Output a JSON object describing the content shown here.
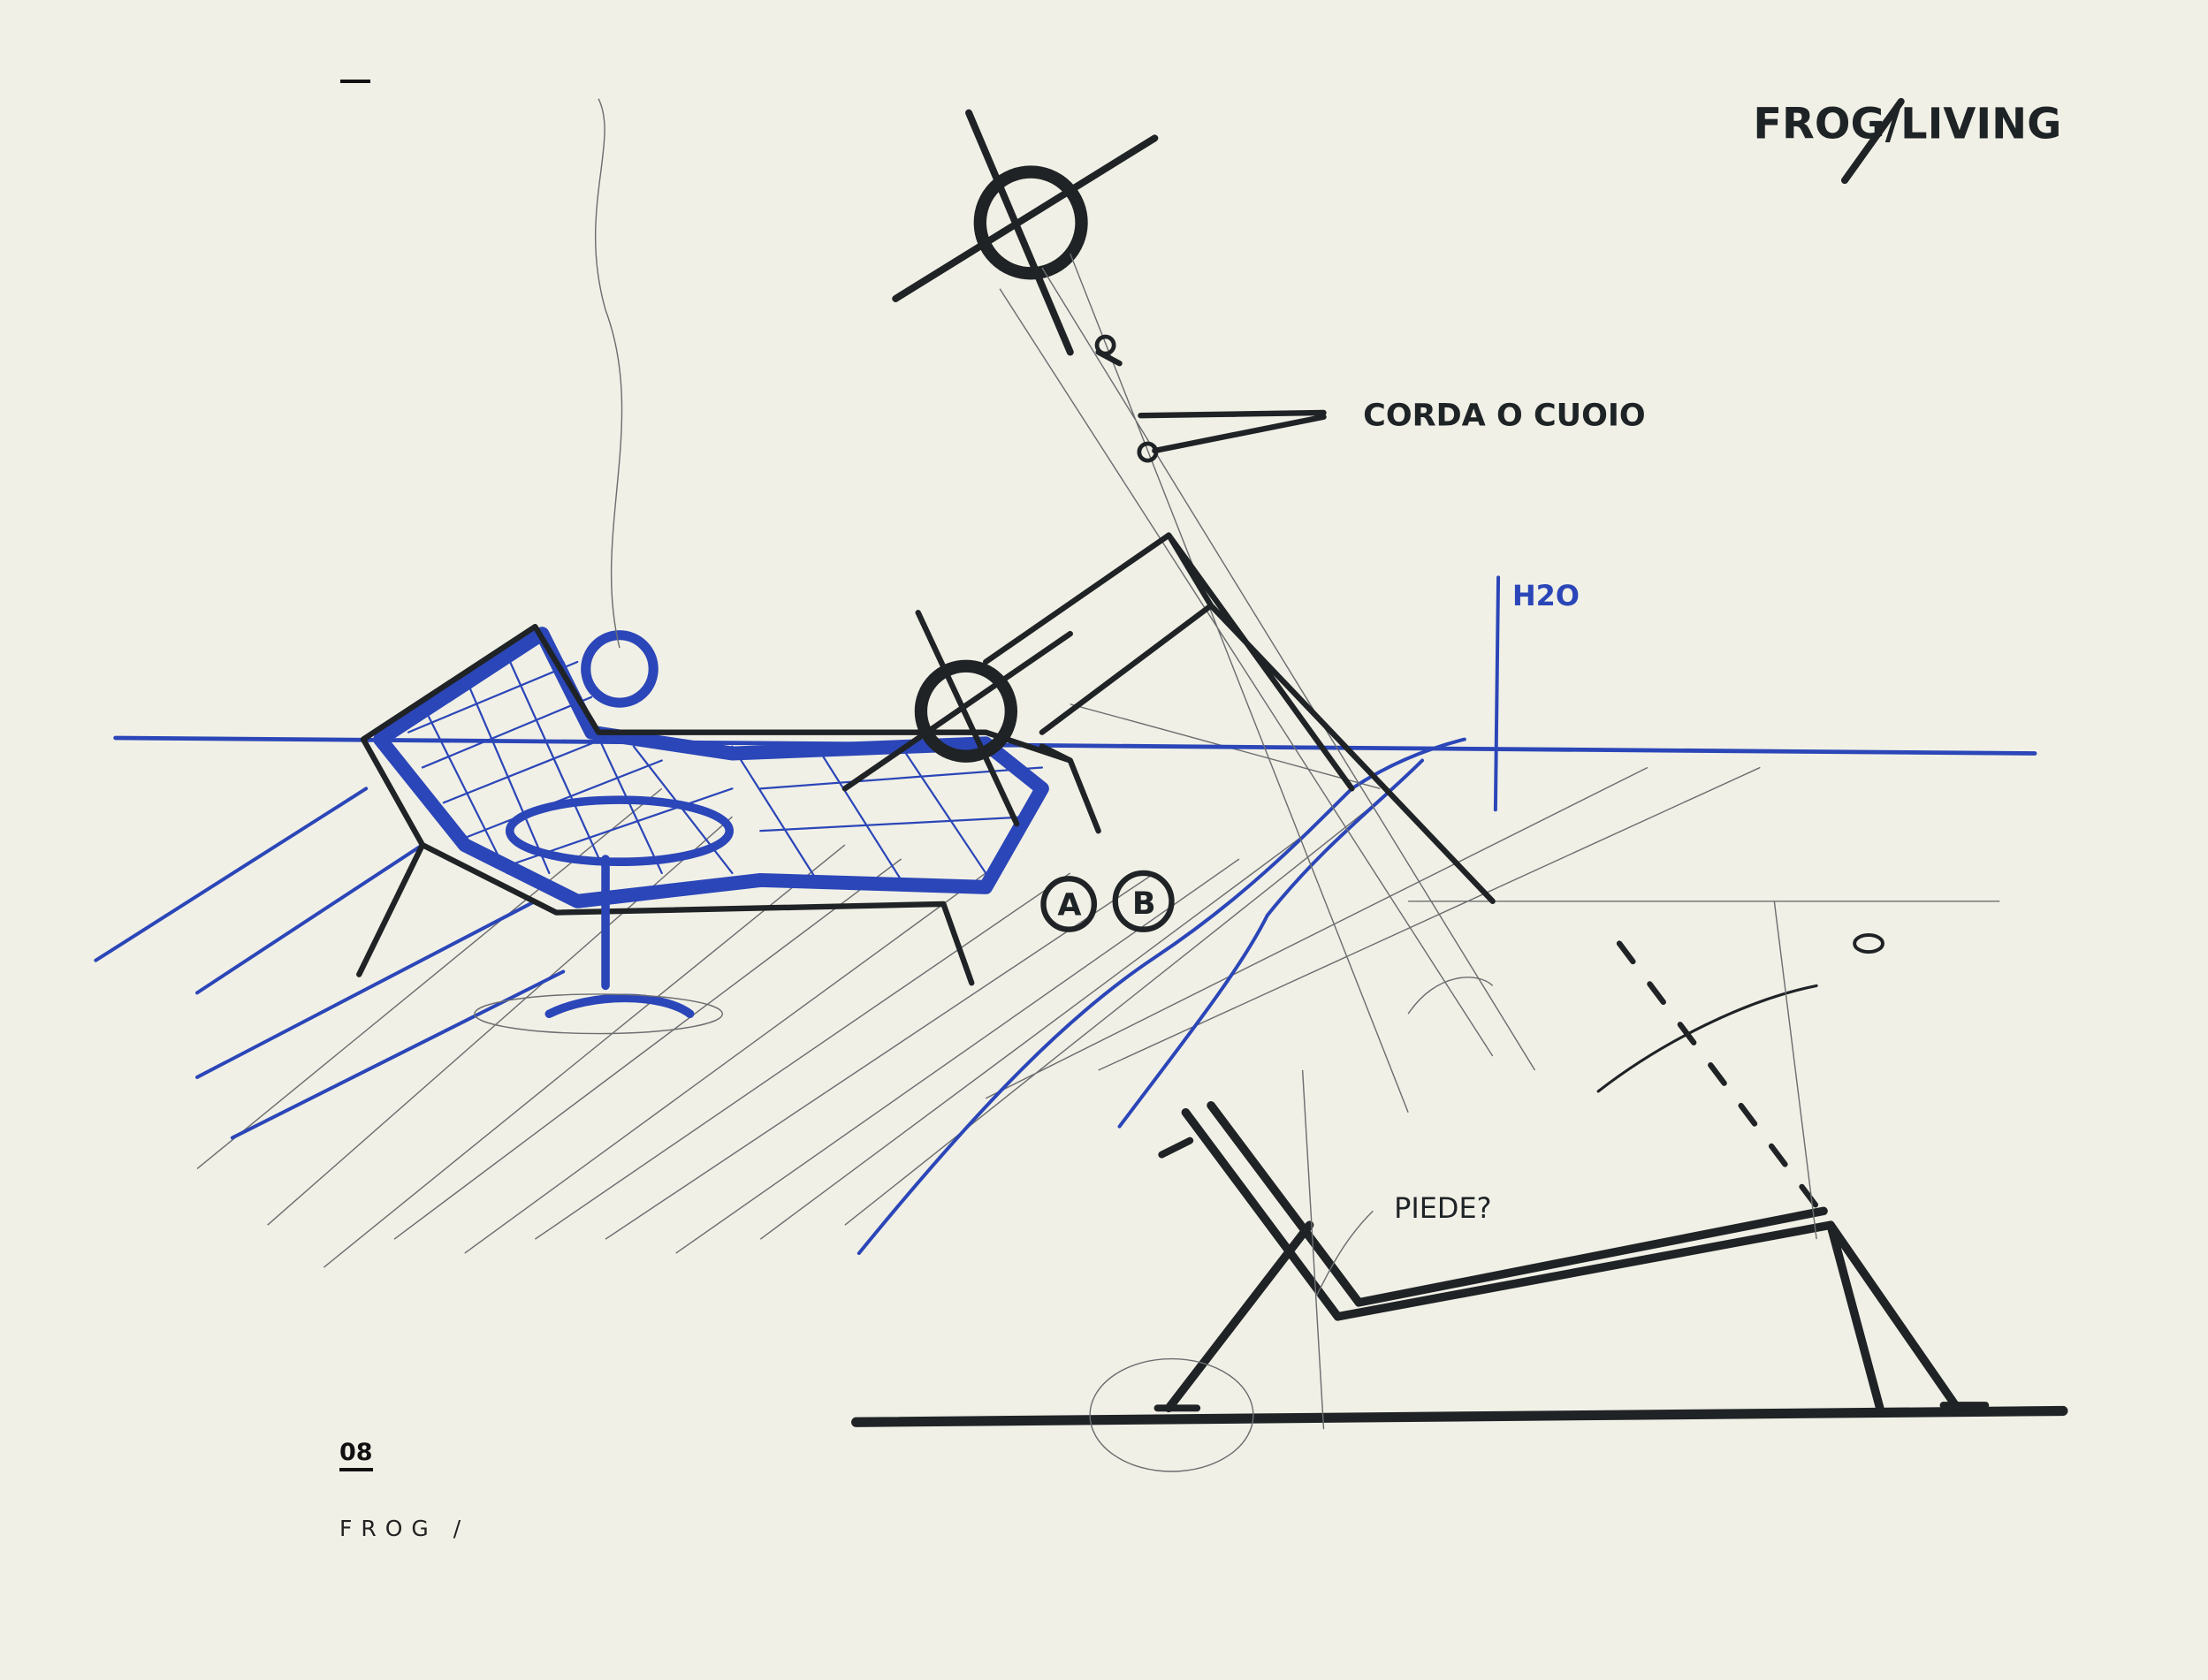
{
  "page": {
    "number": "08",
    "label": "FROG /"
  },
  "sketch": {
    "title": "FROG/LIVING",
    "annotations": {
      "rope": "CORDA O CUOIO",
      "water": "H2O",
      "foot": "PIEDE?",
      "option_a": "A",
      "option_b": "B"
    },
    "colors": {
      "ink": "#1f2326",
      "blue": "#2b46b8",
      "paper": "#f1f0e6"
    }
  }
}
